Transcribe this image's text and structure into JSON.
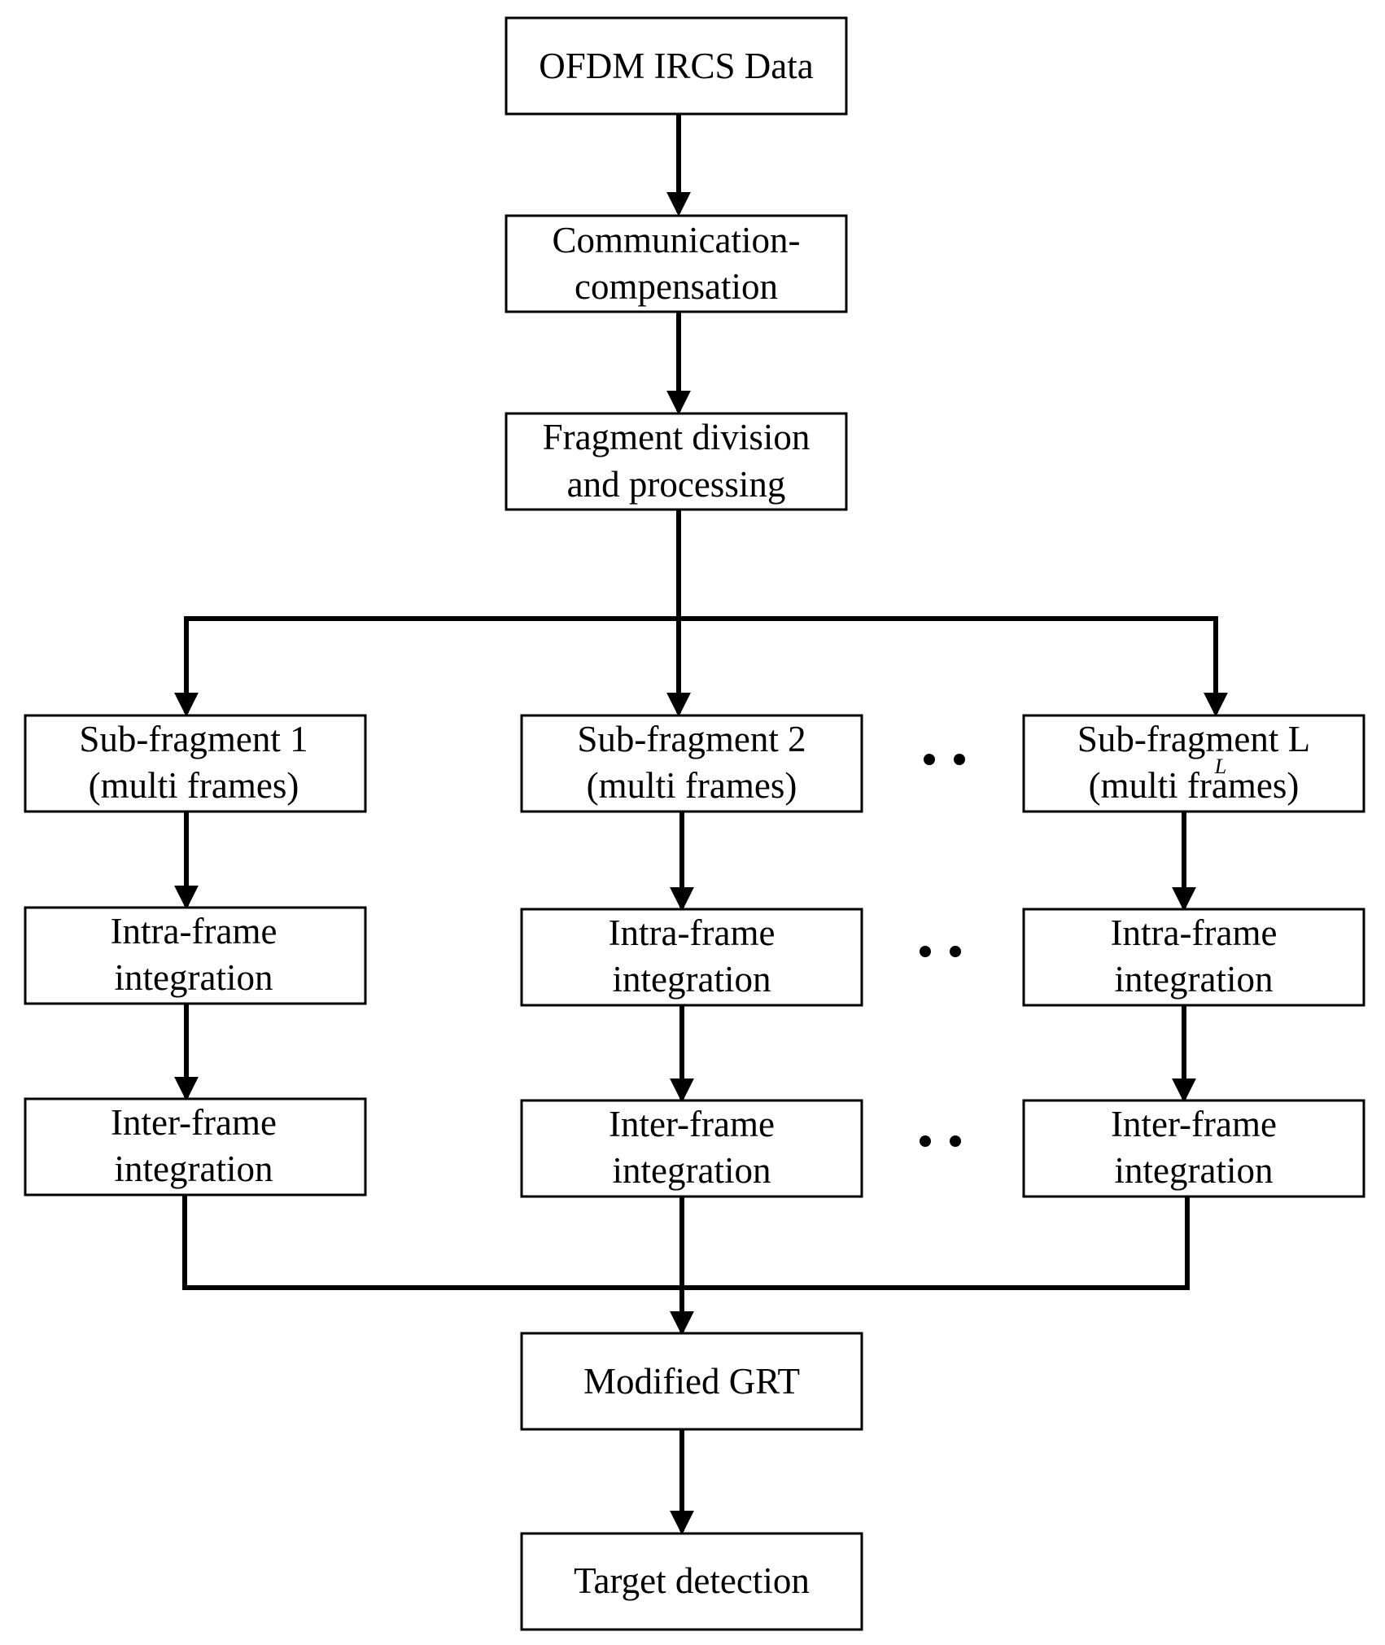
{
  "nodes": {
    "ofdm_data": {
      "lines": [
        "OFDM IRCS Data"
      ]
    },
    "comm_comp": {
      "lines": [
        "Communication-",
        "compensation"
      ]
    },
    "fragment_div": {
      "lines": [
        "Fragment division",
        "and processing"
      ]
    },
    "sub1": {
      "lines": [
        "Sub-fragment 1",
        "(multi frames)"
      ]
    },
    "sub2": {
      "lines": [
        "Sub-fragment 2",
        "(multi frames)"
      ]
    },
    "subL": {
      "lines": [
        "Sub-fragment L",
        "(multi frames)"
      ],
      "subscript": "L"
    },
    "intra1": {
      "lines": [
        "Intra-frame",
        "integration"
      ]
    },
    "intra2": {
      "lines": [
        "Intra-frame",
        "integration"
      ]
    },
    "intraL": {
      "lines": [
        "Intra-frame",
        "integration"
      ]
    },
    "inter1": {
      "lines": [
        "Inter-frame",
        "integration"
      ]
    },
    "inter2": {
      "lines": [
        "Inter-frame",
        "integration"
      ]
    },
    "interL": {
      "lines": [
        "Inter-frame",
        "integration"
      ]
    },
    "modified_grt": {
      "lines": [
        "Modified GRT"
      ]
    },
    "target_det": {
      "lines": [
        "Target detection"
      ]
    }
  },
  "colors": {
    "stroke": "#000000",
    "background": "#ffffff"
  }
}
